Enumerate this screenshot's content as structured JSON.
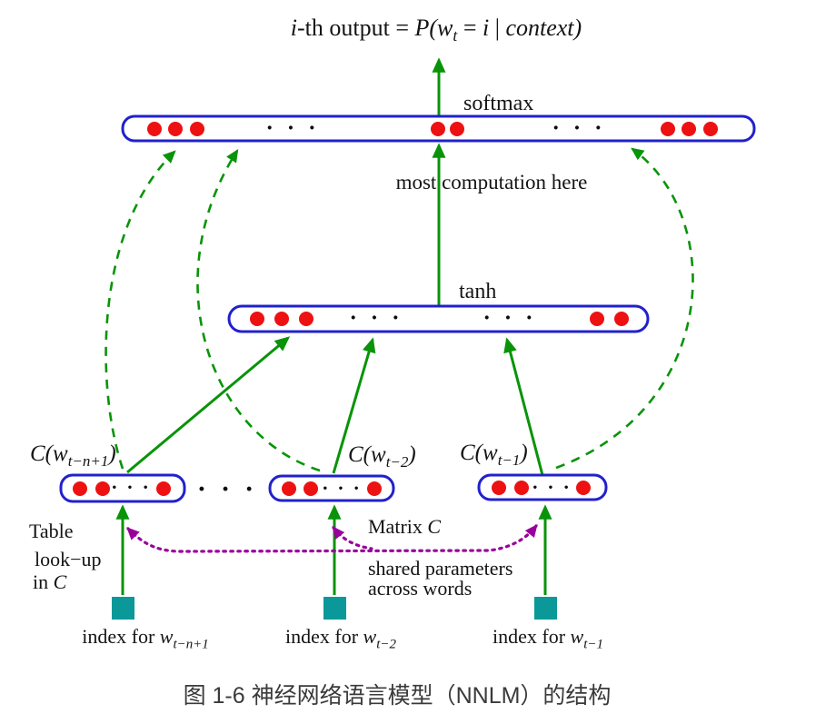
{
  "colors": {
    "green": "#089408",
    "red": "#ee1111",
    "blue": "#2121cc",
    "purple": "#99009b",
    "teal": "#0a9898",
    "text": "#141414",
    "caption_text": "#3a3a3a"
  },
  "title": {
    "parts": [
      "i",
      "-th output = ",
      "P(w",
      "t",
      " = ",
      "i",
      " | ",
      "context",
      ")"
    ]
  },
  "layers": {
    "softmax_label": "softmax",
    "tanh_label": "tanh",
    "most_computation": "most computation here"
  },
  "ellipsis": "· · ·",
  "embedding_labels": [
    {
      "pre": "C(w",
      "sub": "t−n+1",
      "post": ")"
    },
    {
      "pre": "C(w",
      "sub": "t−2",
      "post": ")"
    },
    {
      "pre": "C(w",
      "sub": "t−1",
      "post": ")"
    }
  ],
  "annotations": {
    "table_line1": "Table",
    "table_line2": "look−up",
    "table_line3_pre": "in ",
    "table_line3_c": "C",
    "matrix_pre": "Matrix ",
    "matrix_c": "C",
    "shared_line1": "shared parameters",
    "shared_line2": "across words"
  },
  "index_labels": [
    {
      "pre": "index for ",
      "var": "w",
      "sub": "t−n+1"
    },
    {
      "pre": "index for ",
      "var": "w",
      "sub": "t−2"
    },
    {
      "pre": "index for ",
      "var": "w",
      "sub": "t−1"
    }
  ],
  "caption": "图 1-6 神经网络语言模型（NNLM）的结构"
}
